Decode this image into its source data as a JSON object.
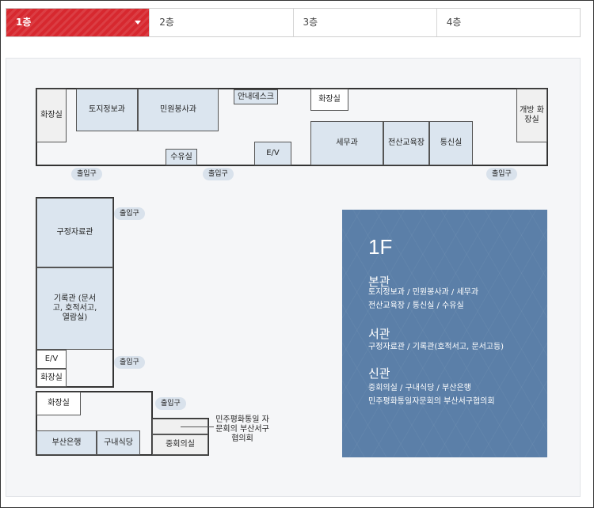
{
  "tabs": [
    {
      "label": "1층",
      "active": true
    },
    {
      "label": "2층"
    },
    {
      "label": "3층"
    },
    {
      "label": "4층"
    }
  ],
  "rooms": {
    "restroom_main": "화장실",
    "land_info": "토지정보과",
    "civil_service": "민원봉사과",
    "info_desk": "안내데스크",
    "restroom_main2": "화장실",
    "open_restroom": "개방 화장실",
    "tax": "세무과",
    "edu": "전산교육장",
    "comm": "통신실",
    "ev_main": "E/V",
    "nursing": "수유실",
    "district_archive": "구정자료관",
    "records": "기록관 (문서고, 호적서고, 열람실)",
    "ev_west": "E/V",
    "restroom_west": "화장실",
    "restroom_new": "화장실",
    "bank": "부산은행",
    "cafeteria": "구내식당",
    "council": "중회의실",
    "peace_council": "민주평화통일 자문회의 부산서구협의회"
  },
  "entrances": {
    "label": "출입구"
  },
  "sign": {
    "floor": "1F",
    "main_title": "본관",
    "main_line1": "토지정보과 / 민원봉사과 / 세무과",
    "main_line2": "전산교육장 / 통신실 / 수유실",
    "west_title": "서관",
    "west_line1": "구정자료관 / 기록관(호적서고, 문서고등)",
    "new_title": "신관",
    "new_line1": "중회의실 / 구내식당 / 부산은행",
    "new_line2": "민주평화통일자문회의 부산서구협의회"
  },
  "colors": {
    "active_tab": "#d7282f",
    "room_blue": "#dbe5ef",
    "sign_bg": "#5b7fa8"
  }
}
